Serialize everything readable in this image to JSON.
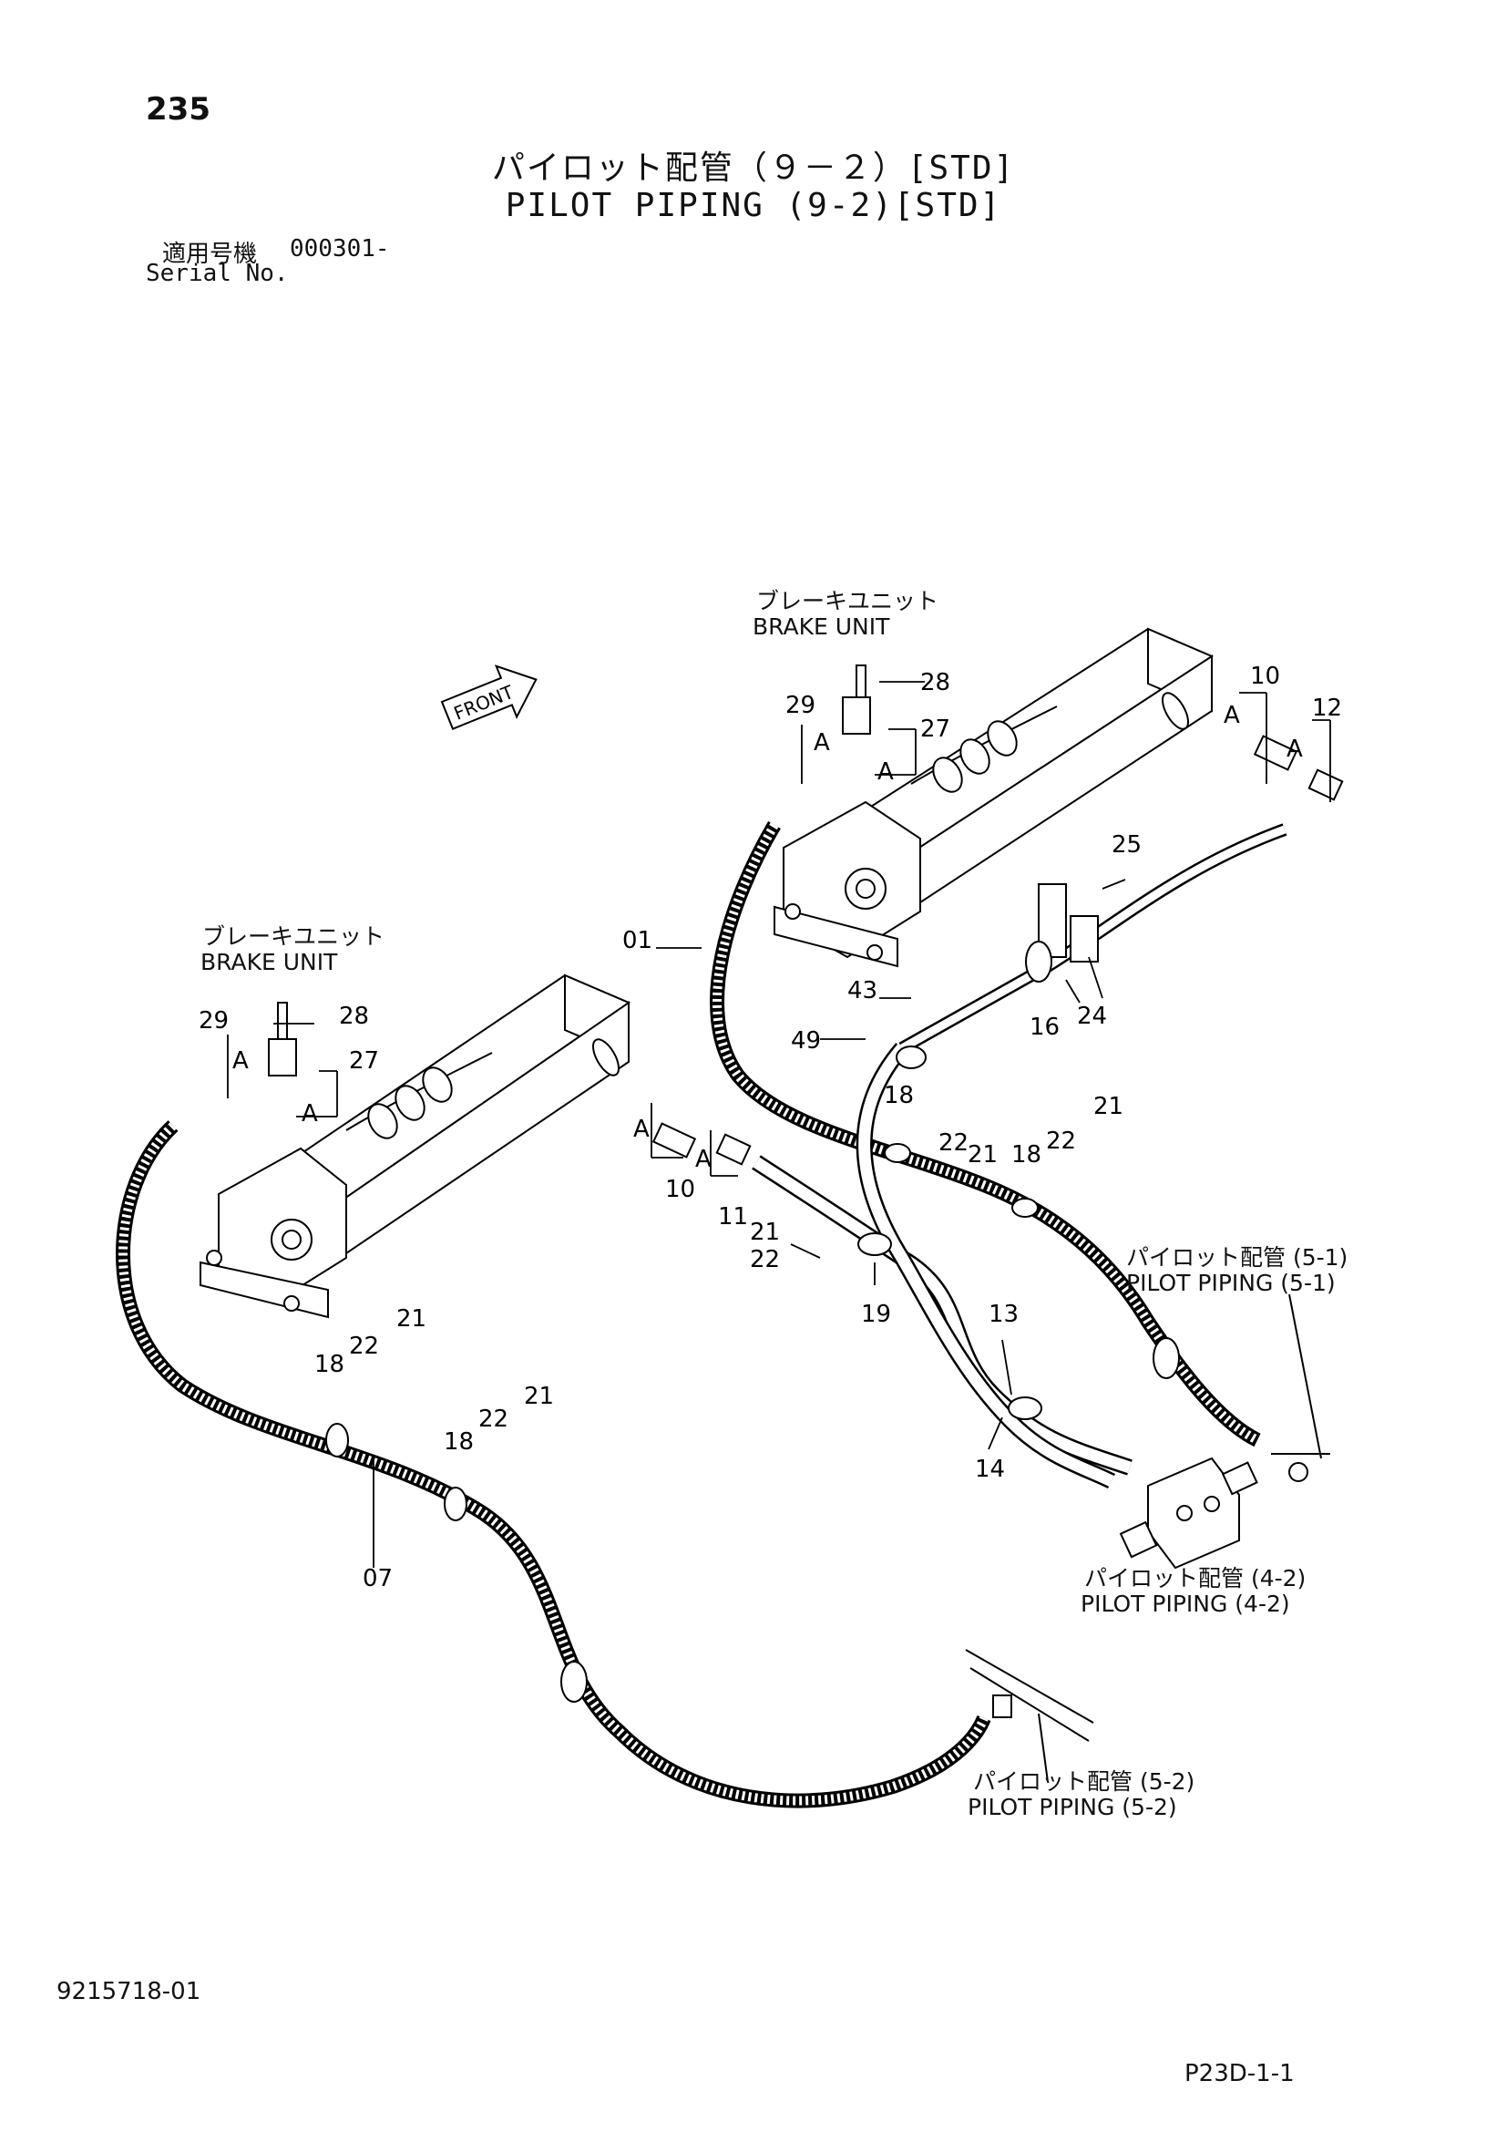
{
  "header": {
    "page_number": "235",
    "title_jp": "パイロット配管（９－２）[STD]",
    "title_en": "PILOT PIPING (9-2)[STD]",
    "serial_jp": "適用号機",
    "serial_value": "000301-",
    "serial_en": "Serial No."
  },
  "labels": {
    "brake_unit_top_jp": "ブレーキユニット",
    "brake_unit_top_en": "BRAKE UNIT",
    "brake_unit_left_jp": "ブレーキユニット",
    "brake_unit_left_en": "BRAKE UNIT",
    "front": "FRONT",
    "ref_5_1_jp": "パイロット配管 (5-1)",
    "ref_5_1_en": "PILOT PIPING (5-1)",
    "ref_4_2_jp": "パイロット配管 (4-2)",
    "ref_4_2_en": "PILOT PIPING (4-2)",
    "ref_5_2_jp": "パイロット配管 (5-2)",
    "ref_5_2_en": "PILOT PIPING (5-2)",
    "detail_a": "A"
  },
  "callouts": {
    "c01": "01",
    "c07": "07",
    "c10a": "10",
    "c10b": "10",
    "c11": "11",
    "c12": "12",
    "c13": "13",
    "c14": "14",
    "c16": "16",
    "c18a": "18",
    "c18b": "18",
    "c18c": "18",
    "c18d": "18",
    "c19": "19",
    "c21a": "21",
    "c21b": "21",
    "c21c": "21",
    "c21d": "21",
    "c21e": "21",
    "c22a": "22",
    "c22b": "22",
    "c22c": "22",
    "c22d": "22",
    "c22e": "22",
    "c24": "24",
    "c25": "25",
    "c27a": "27",
    "c27b": "27",
    "c28a": "28",
    "c28b": "28",
    "c29a": "29",
    "c29b": "29",
    "c43": "43",
    "c49": "49"
  },
  "footer": {
    "drawing_number": "9215718-01",
    "page_code": "P23D-1-1"
  }
}
